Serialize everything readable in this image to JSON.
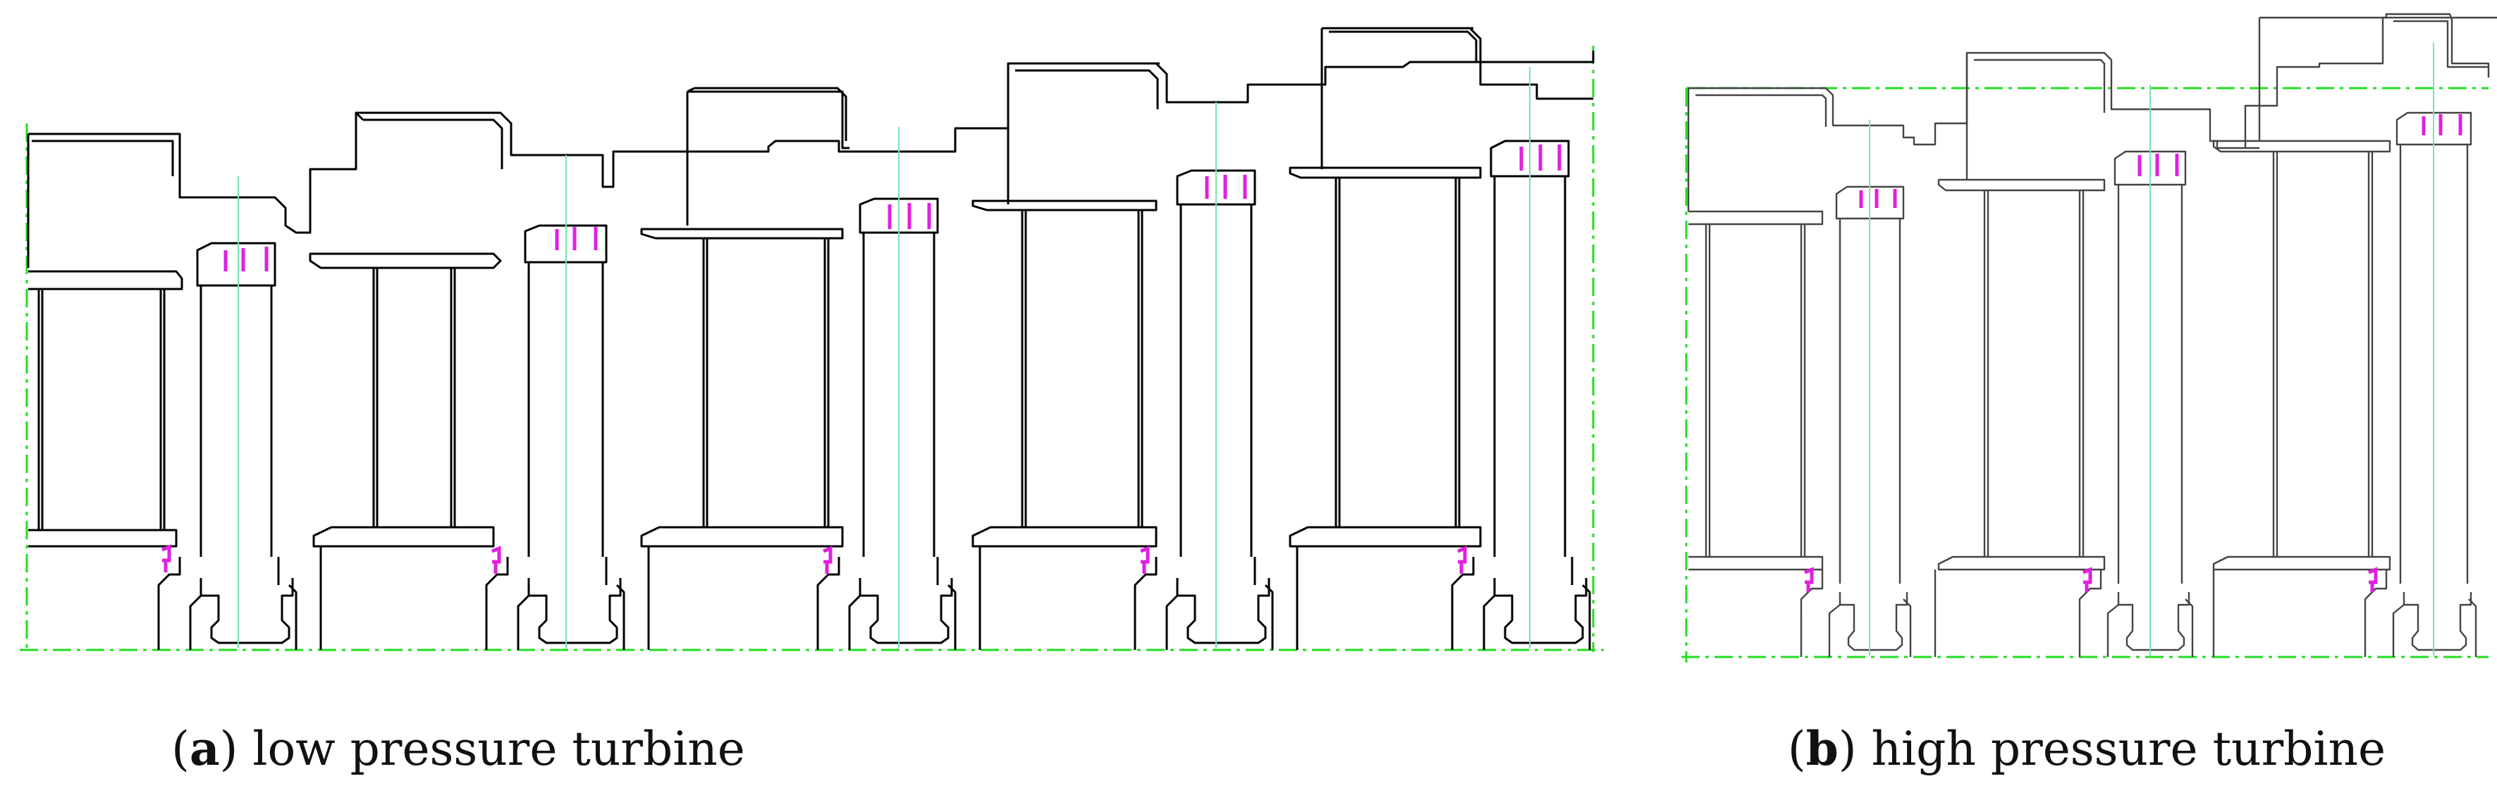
{
  "panels": [
    {
      "id": "a",
      "caption_letter": "a",
      "caption_text": "low pressure turbine"
    },
    {
      "id": "b",
      "caption_letter": "b",
      "caption_text": "high pressure turbine"
    }
  ],
  "colors": {
    "outline_a": "#000000",
    "outline_b": "#444444",
    "boundary": "#22dd22",
    "centerline": "#77e6b0",
    "seal": "#e020e0"
  }
}
